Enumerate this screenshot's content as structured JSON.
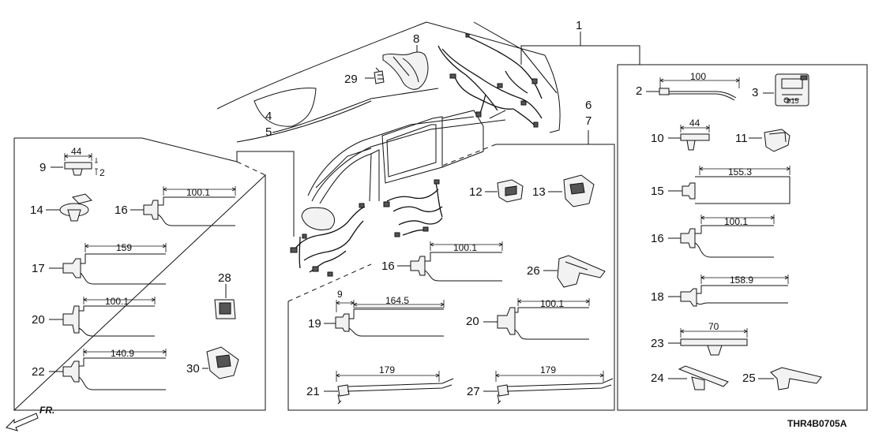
{
  "callouts": {
    "c1": "1",
    "c2": "2",
    "c3": "3",
    "c4": "4",
    "c5": "5",
    "c6": "6",
    "c7": "7",
    "c8": "8",
    "c9": "9",
    "c10": "10",
    "c11": "11",
    "c12": "12",
    "c13": "13",
    "c14": "14",
    "c15": "15",
    "c16a": "16",
    "c16b": "16",
    "c16c": "16",
    "c17": "17",
    "c18": "18",
    "c19": "19",
    "c20a": "20",
    "c20b": "20",
    "c21": "21",
    "c22": "22",
    "c23": "23",
    "c24": "24",
    "c25": "25",
    "c26": "26",
    "c27": "27",
    "c28": "28",
    "c29": "29",
    "c30": "30"
  },
  "dimensions": {
    "d2_100": "100",
    "d3_phi15": "ø15",
    "d9_44": "44",
    "d9_2": "2",
    "d10_44": "44",
    "d15_155": "155.3",
    "d16_left": "100.1",
    "d16_mid": "100.1",
    "d16_right": "100.1",
    "d17_159": "159",
    "d18_158": "158.9",
    "d19_9": "9",
    "d19_164": "164.5",
    "d20_left": "100.1",
    "d20_mid": "100.1",
    "d21_179": "179",
    "d22_140": "140.9",
    "d23_70": "70",
    "d27_179": "179"
  },
  "front_indicator": "FR.",
  "diagram_code": "THR4B0705A"
}
